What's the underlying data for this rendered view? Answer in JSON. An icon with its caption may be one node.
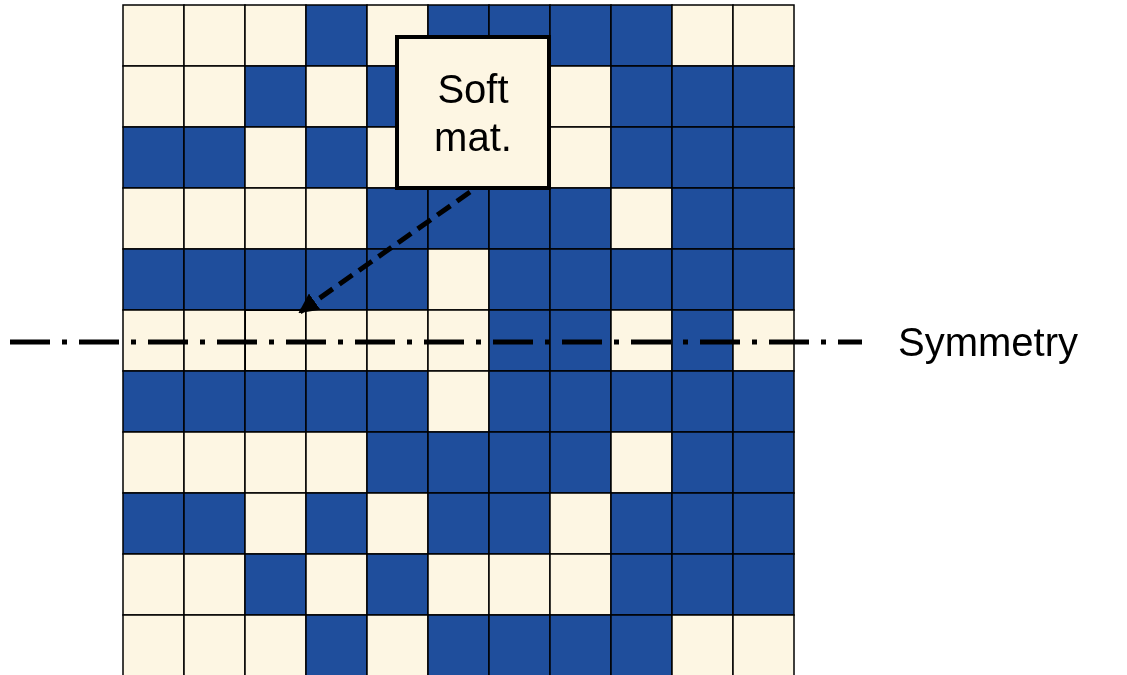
{
  "diagram": {
    "nodes": [
      {
        "text": [
          "Soft mat."
        ]
      },
      {
        "text": [],
        "shape": "box"
      }
    ],
    "edges": [
      {
        "from": 0,
        "to": 1,
        "arrow": "to",
        "style": "dashed"
      }
    ],
    "labels": [
      "Symmetry"
    ]
  }
}
